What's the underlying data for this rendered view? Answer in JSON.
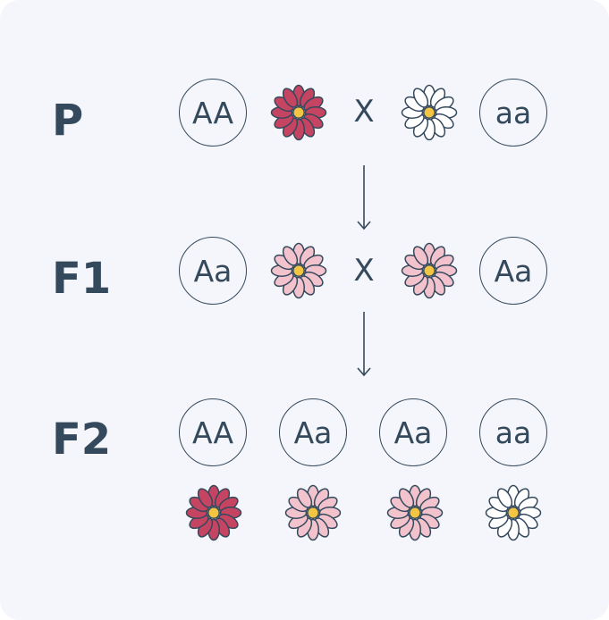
{
  "generations": {
    "p": {
      "label": "P",
      "left_genotype": "AA",
      "cross_symbol": "X",
      "right_genotype": "aa"
    },
    "f1": {
      "label": "F1",
      "left_genotype": "Aa",
      "cross_symbol": "X",
      "right_genotype": "Aa"
    },
    "f2": {
      "label": "F2",
      "genotypes": [
        "AA",
        "Aa",
        "Aa",
        "aa"
      ]
    }
  },
  "colors": {
    "background": "#f4f6fb",
    "ink": "#35495c",
    "red_petal": "#c44462",
    "pink_petal": "#f3c3cd",
    "white_petal": "#ffffff",
    "flower_center": "#f4c542"
  },
  "flowers": {
    "p": [
      "red",
      "white"
    ],
    "f1": [
      "pink",
      "pink"
    ],
    "f2": [
      "red",
      "pink",
      "pink",
      "white"
    ]
  }
}
